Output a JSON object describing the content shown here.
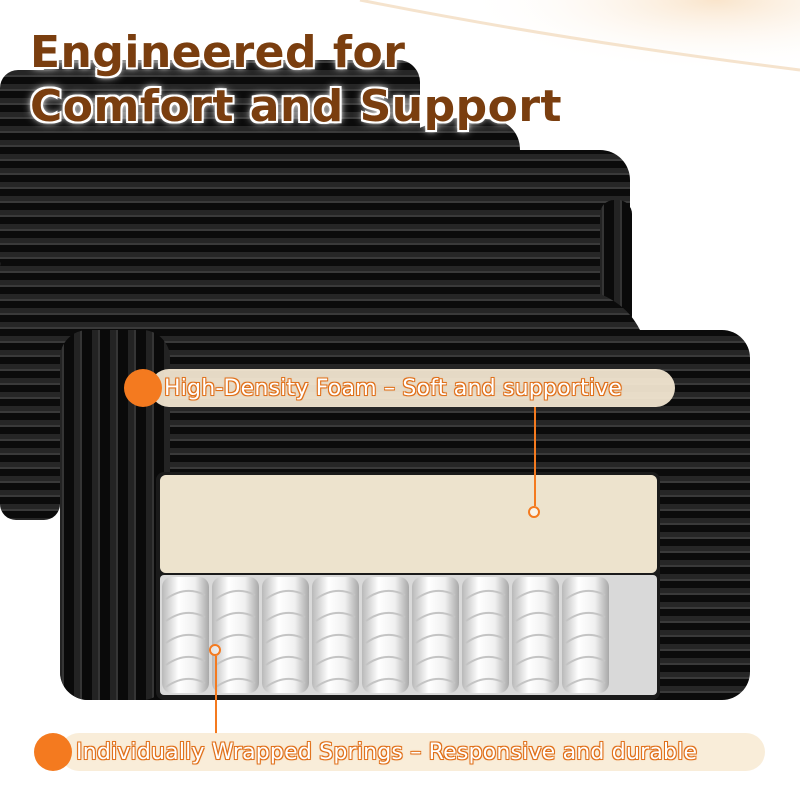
{
  "headline": {
    "line1": "Engineered for",
    "line2": "Comfort and Support"
  },
  "callouts": [
    {
      "id": "foam",
      "text": "High-Density Foam – Soft and supportive"
    },
    {
      "id": "springs",
      "text": "Individually Wrapped Springs – Responsive and durable"
    }
  ],
  "colors": {
    "headline": "#7a3e0f",
    "accent": "#f47a1f",
    "callout_bg": "#f8ecd6",
    "fabric": "#0d0d0d",
    "foam": "#ebe0c9",
    "springs": "#f2f2f2"
  }
}
